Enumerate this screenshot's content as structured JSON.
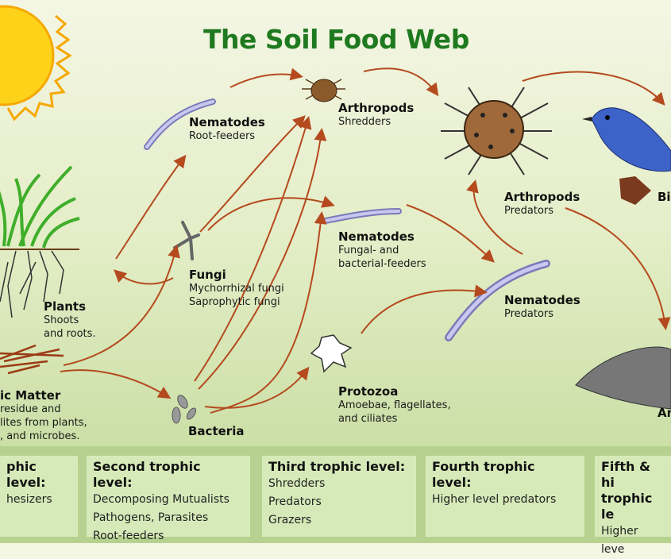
{
  "title": "The Soil Food Web",
  "nodes": {
    "plants": {
      "name": "Plants",
      "desc": [
        "Shoots",
        "and roots."
      ]
    },
    "organic_matter": {
      "name": "ic Matter",
      "desc": [
        "residue and",
        "lites from plants,",
        ", and microbes."
      ]
    },
    "bacteria": {
      "name": "Bacteria"
    },
    "fungi": {
      "name": "Fungi",
      "desc": [
        "Mychorrhizal fungi",
        "Saprophytic fungi"
      ]
    },
    "nematodes_root": {
      "name": "Nematodes",
      "desc": [
        "Root-feeders"
      ]
    },
    "arthropods_shredders": {
      "name": "Arthropods",
      "desc": [
        "Shredders"
      ]
    },
    "nematodes_fb": {
      "name": "Nematodes",
      "desc": [
        "Fungal- and",
        "bacterial-feeders"
      ]
    },
    "protozoa": {
      "name": "Protozoa",
      "desc": [
        "Amoebae, flagellates,",
        "and ciliates"
      ]
    },
    "arthropods_pred": {
      "name": "Arthropods",
      "desc": [
        "Predators"
      ]
    },
    "nematodes_pred": {
      "name": "Nematodes",
      "desc": [
        "Predators"
      ]
    },
    "birds": {
      "name": "Bi"
    },
    "animals": {
      "name": "An"
    }
  },
  "trophic_levels": [
    {
      "heading": "phic level:",
      "items": [
        "hesizers"
      ]
    },
    {
      "heading": "Second trophic level:",
      "items": [
        "Decomposing Mutualists",
        "Pathogens, Parasites",
        "Root-feeders"
      ]
    },
    {
      "heading": "Third trophic level:",
      "items": [
        "Shredders",
        "Predators",
        "Grazers"
      ]
    },
    {
      "heading": "Fourth trophic level:",
      "items": [
        "Higher level predators"
      ]
    },
    {
      "heading": "Fifth & hi",
      "heading2": "trophic le",
      "items": [
        "Higher leve"
      ]
    }
  ],
  "colors": {
    "arrow": "#b44a1e",
    "title": "#1f7a1f",
    "panel": "#d6eab9",
    "strip": "#b7d290"
  }
}
